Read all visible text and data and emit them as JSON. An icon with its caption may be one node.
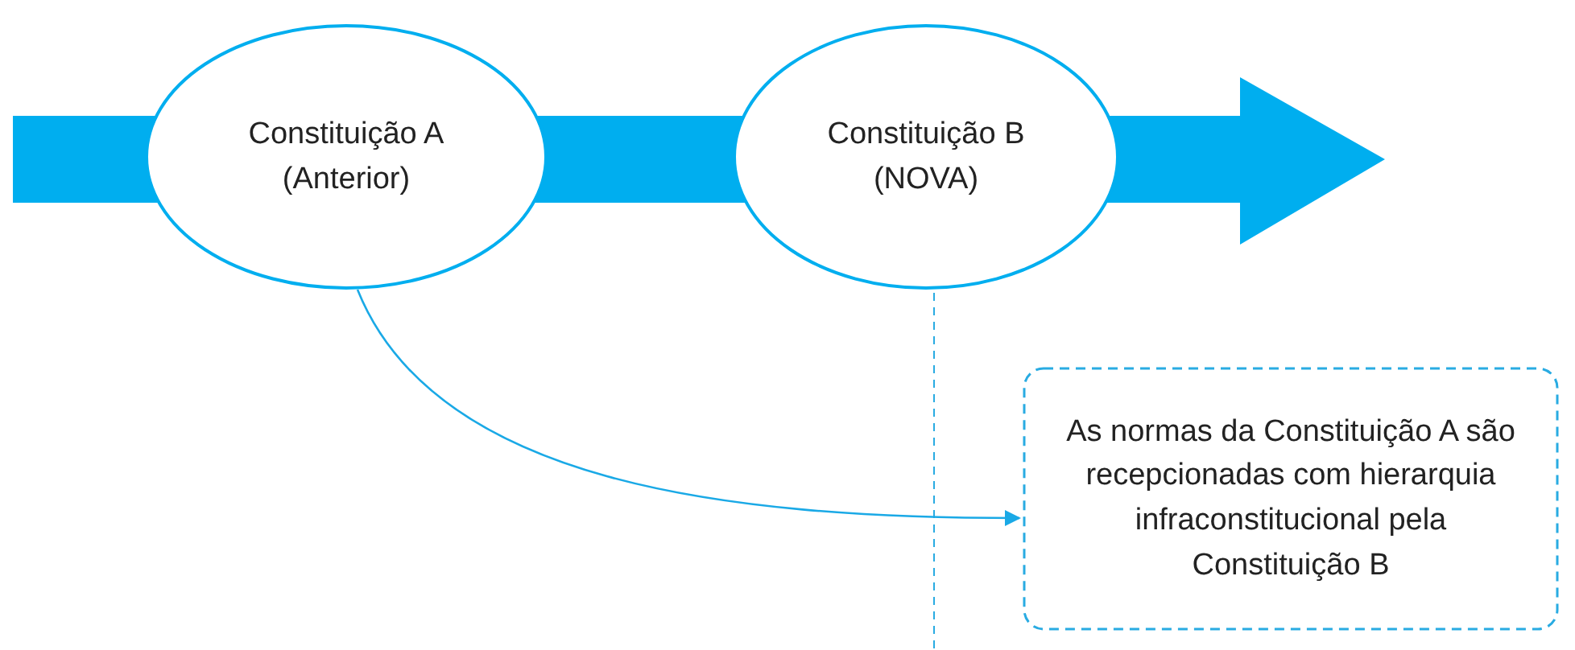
{
  "diagram": {
    "nodes": [
      {
        "text": [
          "Constituição A (Anterior)"
        ]
      },
      {
        "text": [
          "Constituição B (NOVA)"
        ]
      },
      {
        "text": [
          "As normas da Constituição A são recepcionadas com hierarquia infraconstitucional pela Constituição B"
        ]
      }
    ],
    "edges": [
      {
        "from": 0,
        "to": 2,
        "arrow": "to"
      }
    ]
  }
}
